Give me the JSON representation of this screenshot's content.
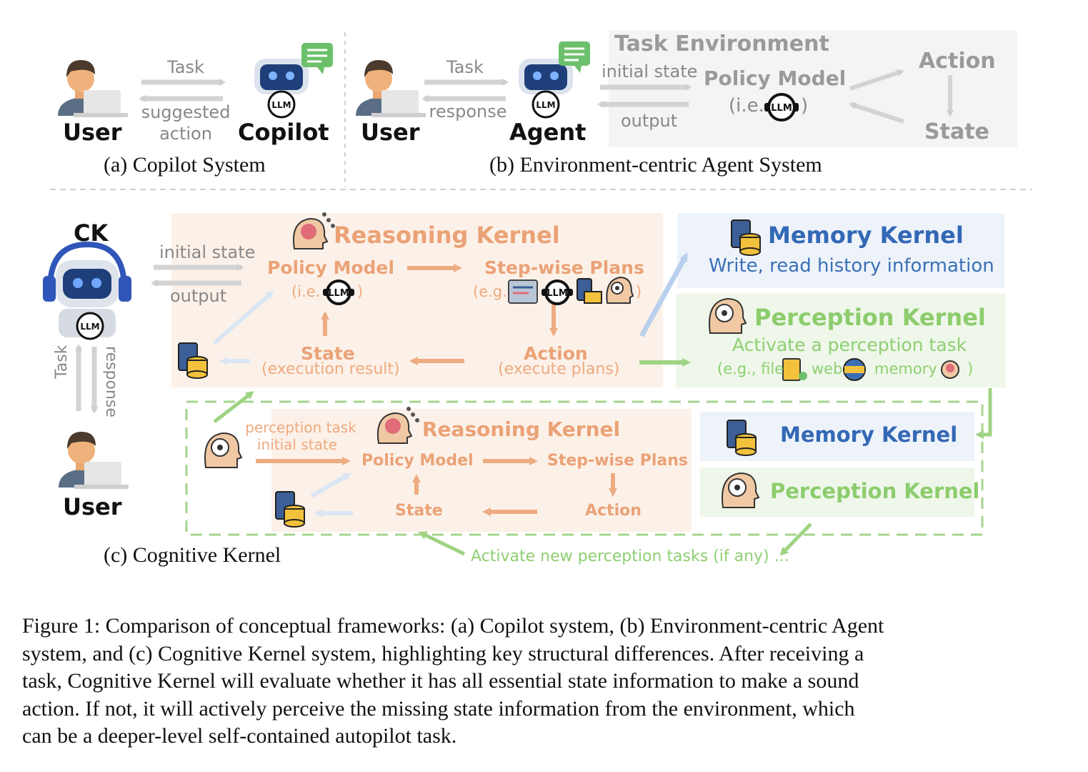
{
  "panel_a": {
    "user": "User",
    "copilot": "Copilot",
    "task": "Task",
    "suggested_action_1": "suggested",
    "suggested_action_2": "action",
    "caption": "(a) Copilot System"
  },
  "panel_b": {
    "user": "User",
    "agent": "Agent",
    "task": "Task",
    "response": "response",
    "env_title": "Task Environment",
    "initial_state": "initial state",
    "output": "output",
    "policy_model": "Policy Model",
    "ie_prefix": "(i.e.",
    "ie_suffix": ")",
    "action": "Action",
    "state": "State",
    "caption": "(b) Environment-centric Agent System"
  },
  "panel_c": {
    "ck": "CK",
    "user": "User",
    "task": "Task",
    "response": "response",
    "initial_state": "initial state",
    "output": "output",
    "reasoning_kernel": "Reasoning Kernel",
    "policy_model": "Policy Model",
    "ie_prefix": "(i.e.",
    "ie_suffix": ")",
    "stepwise_plans": "Step-wise Plans",
    "eg_prefix": "(e.g.",
    "eg_suffix": ")",
    "state": "State",
    "state_sub": "(execution result)",
    "action": "Action",
    "action_sub": "(execute plans)",
    "memory_kernel": "Memory Kernel",
    "memory_sub": "Write, read history information",
    "perception_kernel": "Perception Kernel",
    "perception_sub": "Activate a perception task",
    "perception_eg": "(e.g., file",
    "perception_web": "web",
    "perception_memory": "memory",
    "perception_close": ")",
    "inner": {
      "perception_task": "perception task",
      "initial_state": "initial state",
      "reasoning_kernel": "Reasoning Kernel",
      "policy_model": "Policy Model",
      "stepwise_plans": "Step-wise Plans",
      "state": "State",
      "action": "Action",
      "memory_kernel": "Memory Kernel",
      "perception_kernel": "Perception Kernel"
    },
    "activate_new": "Activate new perception tasks (if any) ...",
    "caption": "(c) Cognitive Kernel"
  },
  "figure_caption": [
    "Figure 1: Comparison of conceptual frameworks: (a) Copilot system, (b) Environment-centric Agent",
    "system, and (c) Cognitive Kernel system, highlighting key structural differences. After receiving a",
    "task, Cognitive Kernel will evaluate whether it has all essential state information to make a sound",
    "action. If not, it will actively perceive the missing state information from the environment, which",
    "can be a deeper-level self-contained autopilot task."
  ],
  "llm_badge": "LLM",
  "colors": {
    "orange": "#eba277",
    "green": "#8dcc6d",
    "blue": "#3368b5",
    "gray": "#888888"
  }
}
